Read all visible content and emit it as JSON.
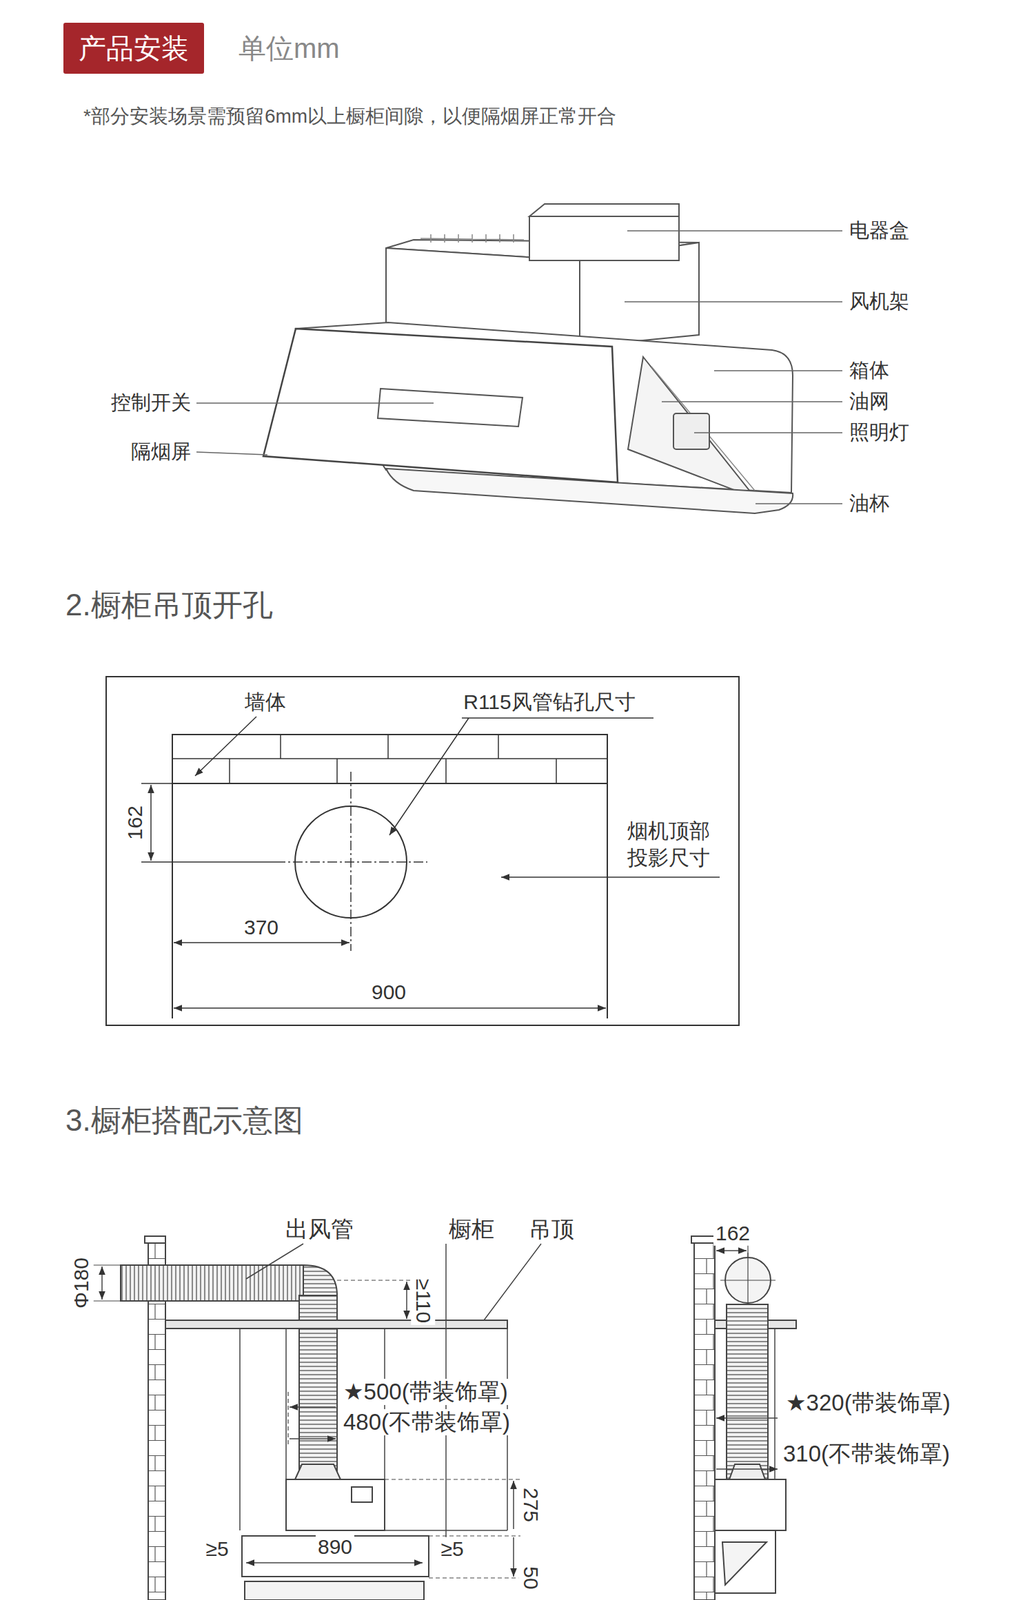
{
  "diagram": {
    "title": "产品安装",
    "labels": [
      "单位mm",
      "*部分安装场景需预留6mm以上橱柜间隙，以便隔烟屏正常开合",
      "电器盒",
      "风机架",
      "箱体",
      "油网",
      "照明灯",
      "控制开关",
      "隔烟屏",
      "油杯",
      "2.橱柜吊顶开孔",
      "墙体",
      "R115风管钻孔尺寸",
      "162",
      "烟机顶部 投影尺寸",
      "370",
      "900",
      "3.橱柜搭配示意图",
      "出风管",
      "橱柜",
      "吊顶",
      "Φ180",
      "≥110",
      "★500(带装饰罩)",
      "480(不带装饰罩)",
      "275",
      "≥5",
      "890",
      "≥5",
      "50",
      "162",
      "★320(带装饰罩)",
      "310(不带装饰罩)"
    ]
  }
}
